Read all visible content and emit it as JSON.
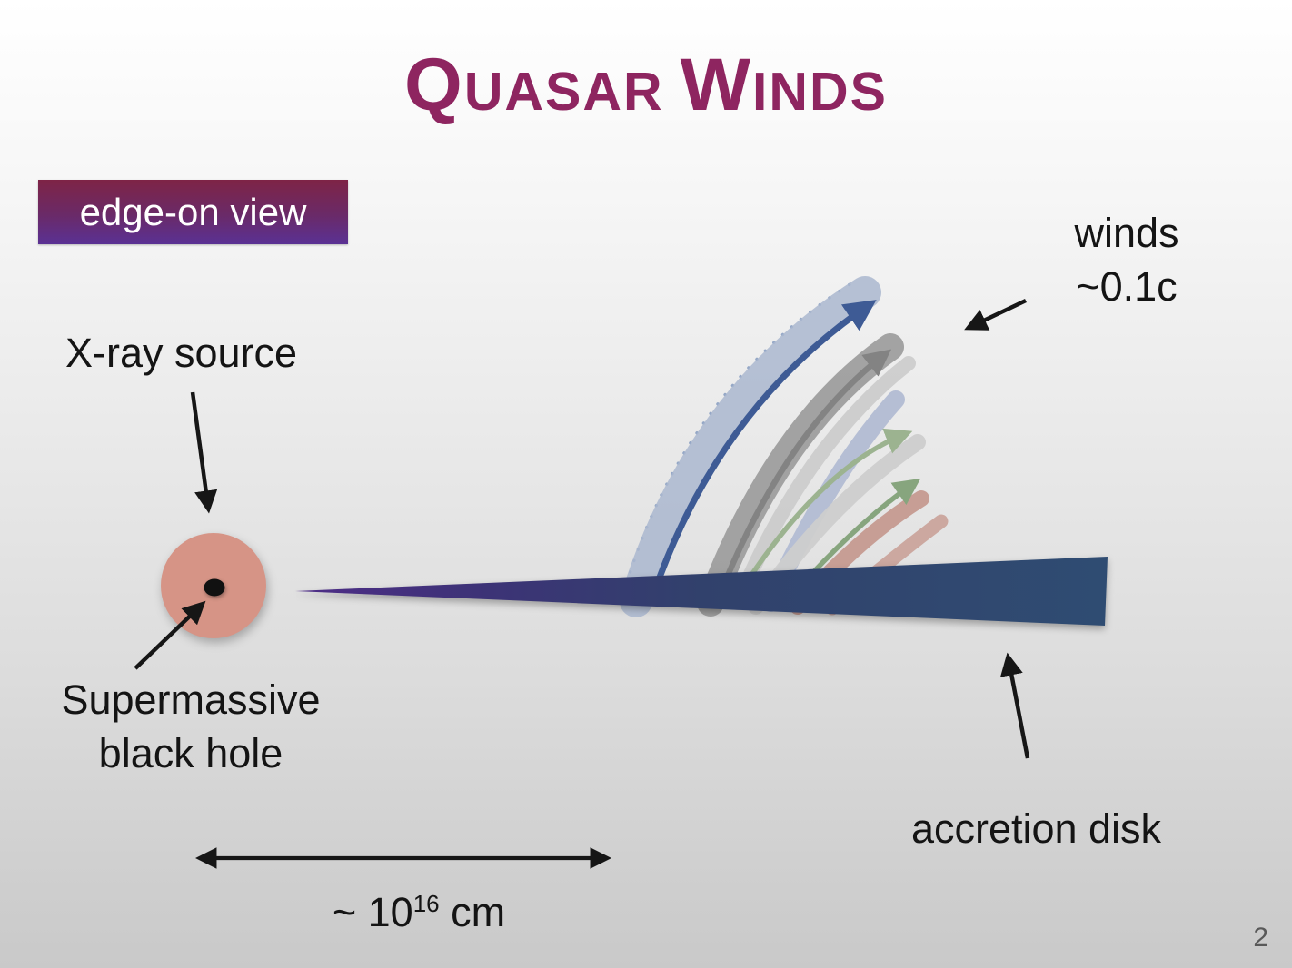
{
  "slide": {
    "page_number": "2",
    "title": {
      "word1_initial": "Q",
      "word1_rest": "UASAR",
      "word2_initial": "W",
      "word2_rest": "INDS"
    },
    "view_tag": "edge-on view",
    "labels": {
      "xray": "X-ray source",
      "smbh_line1": "Supermassive",
      "smbh_line2": "black hole",
      "winds_line1": "winds",
      "winds_line2": "~0.1c",
      "accretion": "accretion disk",
      "scale_prefix": "~ 10",
      "scale_exponent": "16",
      "scale_suffix": " cm"
    },
    "colors": {
      "title_text": "#8E2560",
      "view_tag_gradient_top": "#7E2446",
      "view_tag_gradient_bottom": "#5A3194",
      "background_top": "#FFFFFF",
      "background_bottom": "#C9C9C9",
      "xray_source_fill": "#D69486",
      "black_hole_dot": "#111111",
      "accretion_disk_navy": "#2F4C72",
      "accretion_disk_purple": "#4E2D87",
      "wind_arrow_blue": "#3E5B95",
      "wind_band_steel_blue": "#AAB7CF",
      "wind_arrow_gray": "#838383",
      "wind_band_gray": "#9A9A9A",
      "wind_arrow_green": "#9CB390",
      "wind_band_salmon": "#C59A90",
      "annotation_arrows": "#161616",
      "page_number_text": "#595959"
    }
  }
}
